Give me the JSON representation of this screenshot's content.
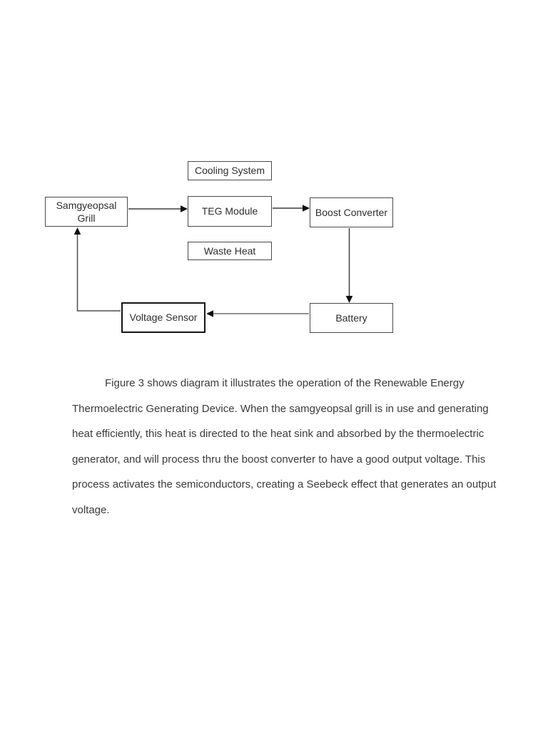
{
  "figure": {
    "boxes": [
      {
        "label": "Cooling System"
      },
      {
        "label": "Samgyeopsal Grill"
      },
      {
        "label": "TEG Module"
      },
      {
        "label": "Boost Converter"
      },
      {
        "label": "Waste Heat"
      },
      {
        "label": "Voltage Sensor"
      },
      {
        "label": "Battery"
      }
    ],
    "connections": [
      {
        "from": "Samgyeopsal Grill",
        "to": "TEG Module"
      },
      {
        "from": "TEG Module",
        "to": "Boost Converter"
      },
      {
        "from": "Boost Converter",
        "to": "Battery"
      },
      {
        "from": "Battery",
        "to": "Voltage Sensor"
      },
      {
        "from": "Voltage Sensor",
        "to": "Samgyeopsal Grill"
      }
    ]
  },
  "caption": {
    "lines": [
      "Figure 3 shows diagram it illustrates the operation of the Renewable Energy",
      "Thermoelectric Generating Device. When the samgyeopsal grill is in use and generating",
      "heat efficiently, this heat is directed to the heat sink and absorbed by the thermoelectric",
      "generator, and will process thru the boost converter to have a good output voltage. This",
      "process activates the semiconductors, creating a Seebeck effect that generates an output",
      "voltage."
    ]
  },
  "colors": {
    "page_background": "#ffffff",
    "box_border": "#4a4a4a",
    "box_border_emphasis": "#151515",
    "body_text": "#3b3b3b",
    "connector_line": "#3f3f3f",
    "connector_line_light": "#6e6e6e",
    "arrowhead": "#0f0f0f"
  }
}
